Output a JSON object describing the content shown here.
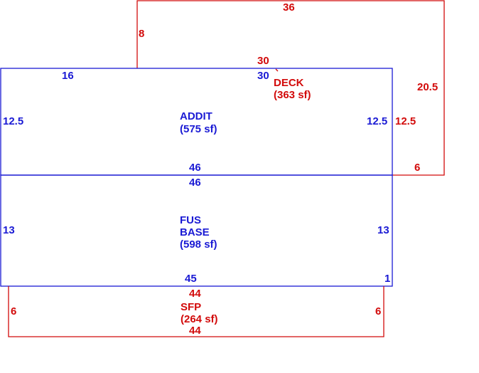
{
  "colors": {
    "red": "#d20a0a",
    "blue": "#1a1ad4"
  },
  "deck": {
    "label": "DECK",
    "area": "(363 sf)",
    "top": "36",
    "left": "8",
    "inner": "30",
    "right": "20.5",
    "right_lower": "12.5",
    "bottom": "6"
  },
  "addit": {
    "label": "ADDIT",
    "area": "(575 sf)",
    "top_left": "16",
    "top_right": "30",
    "left": "12.5",
    "right": "12.5",
    "bottom": "46"
  },
  "fus_base": {
    "label_line1": "FUS",
    "label_line2": "BASE",
    "area": "(598 sf)",
    "top": "46",
    "left": "13",
    "right": "13",
    "bottom": "45",
    "jog": "1"
  },
  "sfp": {
    "label": "SFP",
    "area": "(264 sf)",
    "top": "44",
    "bottom": "44",
    "left": "6",
    "right": "6"
  }
}
